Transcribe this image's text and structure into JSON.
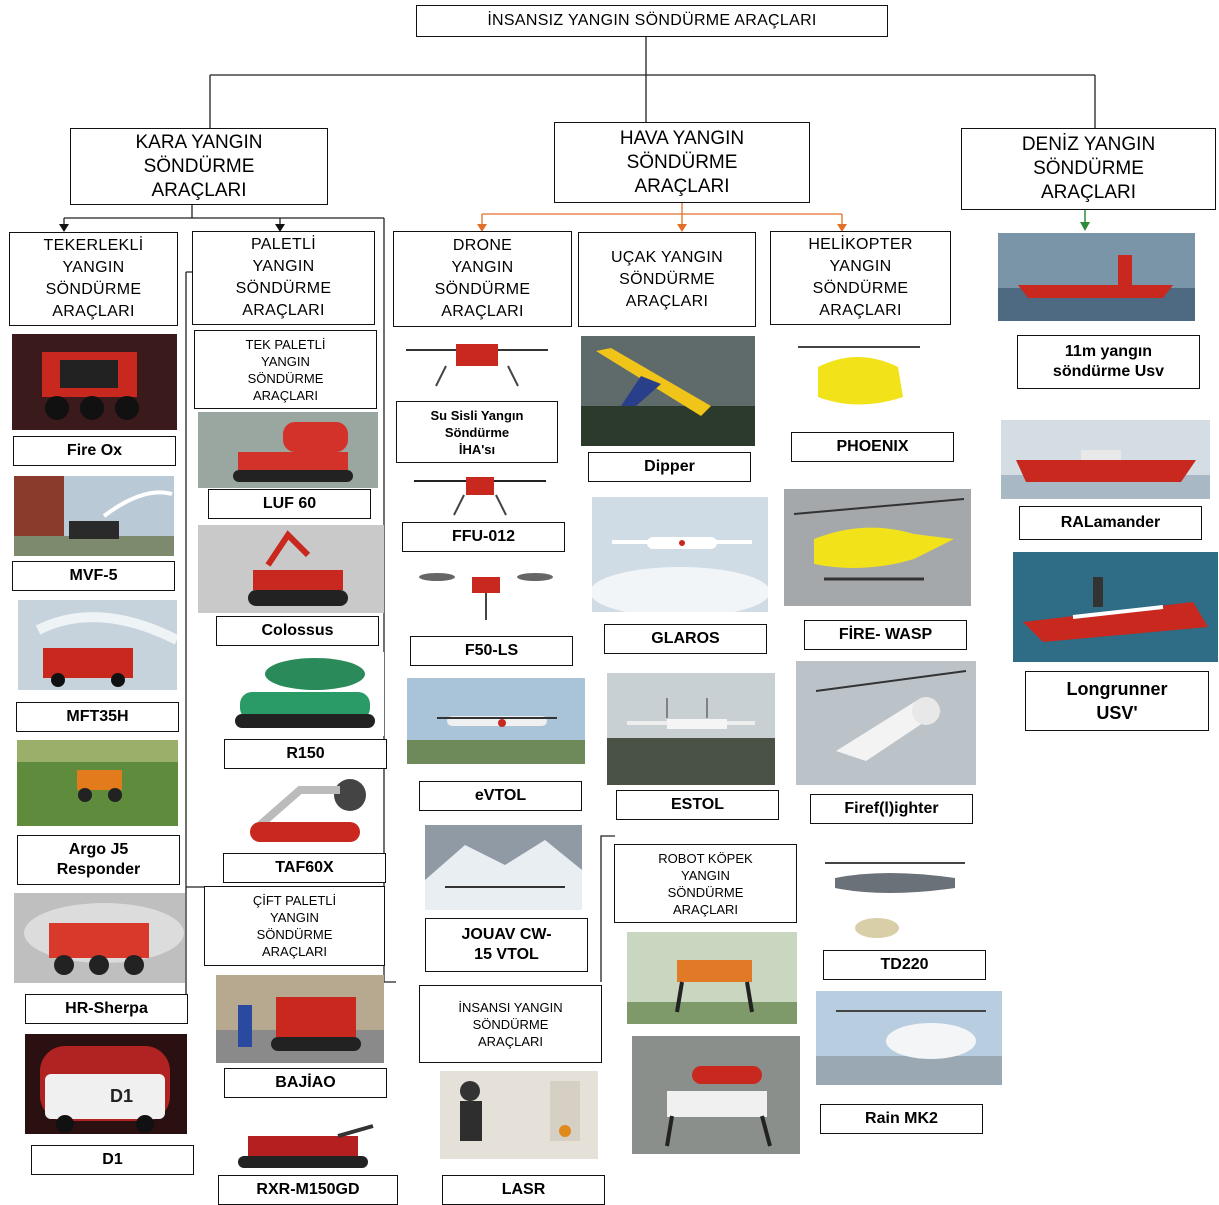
{
  "root": "İNSANSIZ YANGIN SÖNDÜRME ARAÇLARI",
  "categories": {
    "land": "KARA YANGIN\nSÖNDÜRME\nARAÇLARI",
    "air": "HAVA YANGIN\nSÖNDÜRME\nARAÇLARI",
    "sea": "DENİZ YANGIN\nSÖNDÜRME\nARAÇLARI"
  },
  "land": {
    "wheeled": {
      "title": "TEKERLEKLİ\nYANGIN\nSÖNDÜRME\nARAÇLARI",
      "items": [
        "Fire Ox",
        "MVF-5",
        "MFT35H",
        "Argo J5\nResponder",
        "HR-Sherpa",
        "D1"
      ]
    },
    "tracked": {
      "title": "PALETLİ\nYANGIN\nSÖNDÜRME\nARAÇLARI",
      "single": {
        "title": "TEK PALETLİ\nYANGIN\nSÖNDÜRME\nARAÇLARI",
        "items": [
          "LUF 60",
          "Colossus",
          "R150",
          "TAF60X"
        ]
      },
      "double": {
        "title": "ÇİFT PALETLİ\nYANGIN\nSÖNDÜRME\nARAÇLARI",
        "items": [
          "BAJİAO",
          "RXR-M150GD"
        ]
      }
    }
  },
  "air": {
    "drone": {
      "title": "DRONE\nYANGIN\nSÖNDÜRME\nARAÇLARI",
      "mist_box": "Su Sisli Yangın\nSöndürme\nİHA'sı",
      "items": [
        "FFU-012",
        "F50-LS",
        "eVTOL",
        "JOUAV CW-\n15 VTOL"
      ]
    },
    "plane": {
      "title": "UÇAK YANGIN\nSÖNDÜRME\nARAÇLARI",
      "items": [
        "Dipper",
        "GLAROS",
        "ESTOL"
      ]
    },
    "heli": {
      "title": "HELİKOPTER\nYANGIN\nSÖNDÜRME\nARAÇLARI",
      "items": [
        "PHOENIX",
        "FİRE- WASP",
        "Firef(l)ighter",
        "TD220",
        "Rain MK2"
      ]
    }
  },
  "robot_dog": {
    "title": "ROBOT KÖPEK\nYANGIN\nSÖNDÜRME\nARAÇLARI"
  },
  "humanoid": {
    "title": "İNSANSI YANGIN\nSÖNDÜRME\nARAÇLARI",
    "items": [
      "LASR"
    ]
  },
  "sea": {
    "items": [
      "11m yangın\nsöndürme Usv",
      "RALamander",
      "Longrunner\nUSV'"
    ]
  },
  "colors": {
    "line": "#222222",
    "orange_arrow": "#e0702a",
    "green_arrow": "#2e8b3a",
    "fire_red": "#d32b1e",
    "yellow": "#f2e21a"
  }
}
